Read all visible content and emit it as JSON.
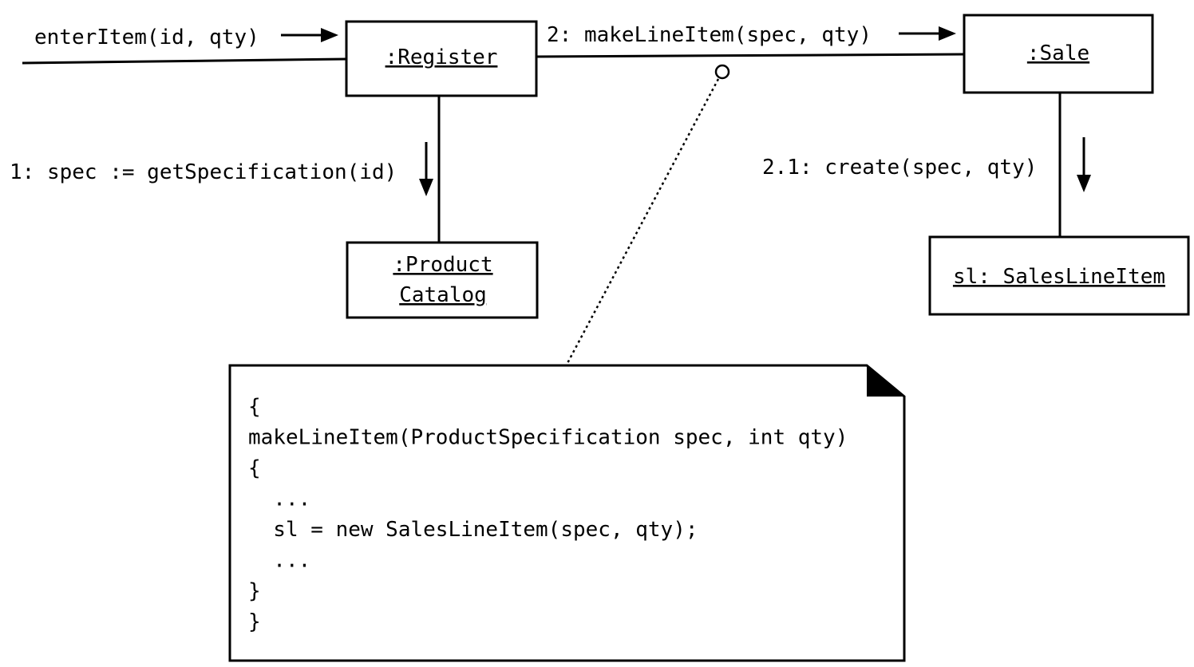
{
  "objects": {
    "register": ":Register",
    "sale": ":Sale",
    "catalog_line1": ":Product",
    "catalog_line2": "Catalog",
    "sales_line_item": "sl: SalesLineItem"
  },
  "messages": {
    "enter_item": "enterItem(id, qty)",
    "get_spec": "1: spec := getSpecification(id)",
    "make_line_item": "2: makeLineItem(spec, qty)",
    "create": "2.1: create(spec, qty)"
  },
  "note": {
    "lines": [
      "{",
      "makeLineItem(ProductSpecification spec, int qty)",
      "{",
      "  ...",
      "  sl = new SalesLineItem(spec, qty);",
      "  ...",
      "}",
      "}"
    ]
  }
}
